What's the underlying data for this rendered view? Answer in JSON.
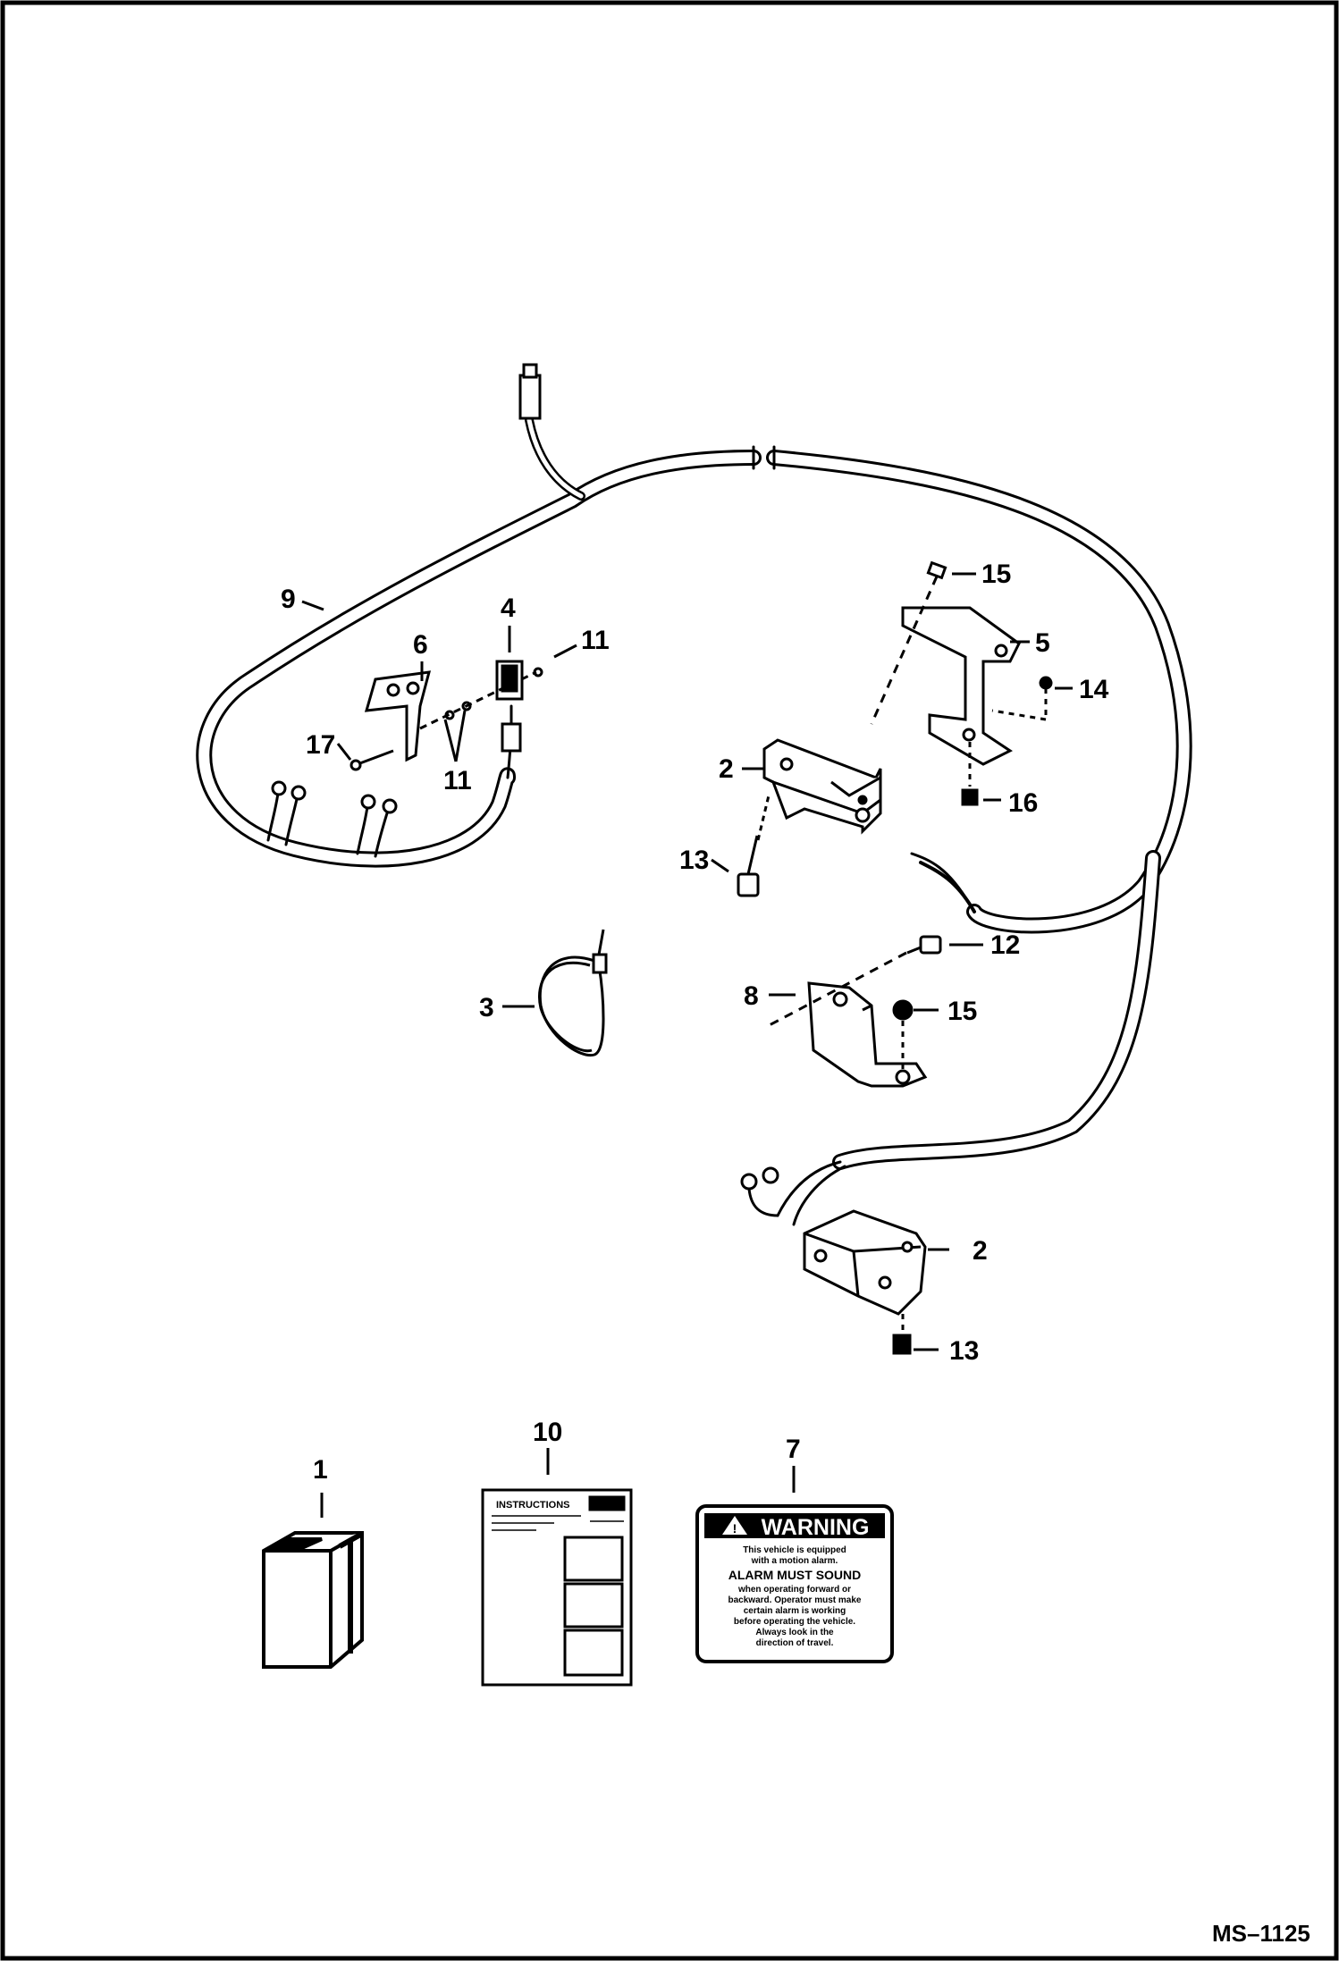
{
  "document_id": "MS–1125",
  "callouts": [
    {
      "id": "c9",
      "text": "9"
    },
    {
      "id": "c6",
      "text": "6"
    },
    {
      "id": "c4",
      "text": "4"
    },
    {
      "id": "c11a",
      "text": "11"
    },
    {
      "id": "c17",
      "text": "17"
    },
    {
      "id": "c11b",
      "text": "11"
    },
    {
      "id": "c15a",
      "text": "15"
    },
    {
      "id": "c5",
      "text": "5"
    },
    {
      "id": "c14",
      "text": "14"
    },
    {
      "id": "c2a",
      "text": "2"
    },
    {
      "id": "c16",
      "text": "16"
    },
    {
      "id": "c13a",
      "text": "13"
    },
    {
      "id": "c12",
      "text": "12"
    },
    {
      "id": "c3",
      "text": "3"
    },
    {
      "id": "c8",
      "text": "8"
    },
    {
      "id": "c15b",
      "text": "15"
    },
    {
      "id": "c2b",
      "text": "2"
    },
    {
      "id": "c13b",
      "text": "13"
    },
    {
      "id": "c1",
      "text": "1"
    },
    {
      "id": "c10",
      "text": "10"
    },
    {
      "id": "c7",
      "text": "7"
    }
  ],
  "instruction_sheet": {
    "heading": "INSTRUCTIONS"
  },
  "warning_decal": {
    "header": "WARNING",
    "line1": "This vehicle is equipped",
    "line2": "with a motion alarm.",
    "line3": "ALARM MUST SOUND",
    "line4": "when operating forward or",
    "line5": "backward. Operator must make",
    "line6": "certain alarm is working",
    "line7": "before operating the vehicle.",
    "line8": "Always look in the",
    "line9": "direction of travel."
  }
}
